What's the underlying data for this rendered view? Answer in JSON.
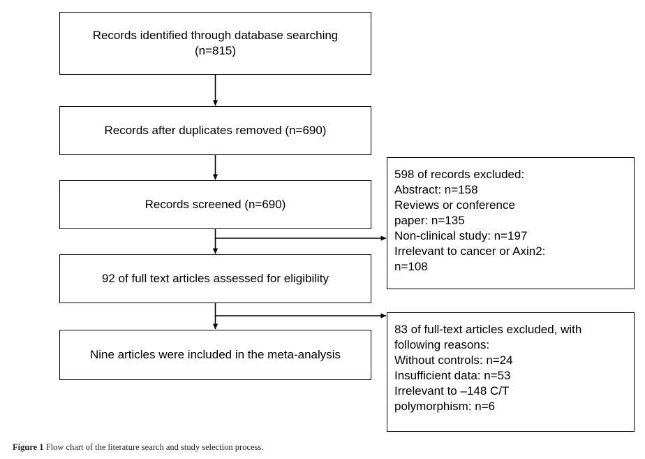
{
  "figure": {
    "caption_label": "Figure 1",
    "caption_text": "Flow chart of the literature search and study selection process.",
    "background_color": "#ffffff",
    "line_color": "#000000",
    "text_color": "#000000"
  },
  "chart_data": {
    "type": "diagram",
    "diagram_kind": "prisma-flow-chart",
    "title": "Flow chart of the literature search and study selection process",
    "nodes": [
      {
        "id": "identified",
        "label": "Records identified through database searching\n(n=815)",
        "count": 815,
        "stage": "identification",
        "column": "main"
      },
      {
        "id": "duplicates_removed",
        "label": "Records after duplicates removed (n=690)",
        "count": 690,
        "stage": "screening",
        "column": "main"
      },
      {
        "id": "screened",
        "label": "Records screened (n=690)",
        "count": 690,
        "stage": "screening",
        "column": "main"
      },
      {
        "id": "excluded_screening",
        "label": "598 of records excluded:\nAbstract: n=158\nReviews or conference\npaper: n=135\nNon-clinical study: n=197\nIrrelevant to cancer or Axin2:\nn=108",
        "count": 598,
        "stage": "screening",
        "column": "side",
        "reasons": [
          {
            "reason": "Abstract",
            "n": 158
          },
          {
            "reason": "Reviews or conference paper",
            "n": 135
          },
          {
            "reason": "Non-clinical study",
            "n": 197
          },
          {
            "reason": "Irrelevant to cancer or Axin2",
            "n": 108
          }
        ]
      },
      {
        "id": "full_text_assessed",
        "label": "92 of full text articles assessed for eligibility",
        "count": 92,
        "stage": "eligibility",
        "column": "main"
      },
      {
        "id": "excluded_fulltext",
        "label": "83 of full-text articles excluded, with\nfollowing reasons:\nWithout controls: n=24\nInsufficient data: n=53\nIrrelevant to –148 C/T\npolymorphism: n=6",
        "count": 83,
        "stage": "eligibility",
        "column": "side",
        "reasons": [
          {
            "reason": "Without controls",
            "n": 24
          },
          {
            "reason": "Insufficient data",
            "n": 53
          },
          {
            "reason": "Irrelevant to –148 C/T polymorphism",
            "n": 6
          }
        ]
      },
      {
        "id": "included",
        "label": "Nine articles were included in the meta-analysis",
        "count": 9,
        "stage": "included",
        "column": "main"
      }
    ],
    "edges": [
      {
        "from": "identified",
        "to": "duplicates_removed",
        "direction": "down"
      },
      {
        "from": "duplicates_removed",
        "to": "screened",
        "direction": "down"
      },
      {
        "from": "screened",
        "to": "full_text_assessed",
        "direction": "down"
      },
      {
        "from": "screened",
        "to": "excluded_screening",
        "direction": "right"
      },
      {
        "from": "full_text_assessed",
        "to": "included",
        "direction": "down"
      },
      {
        "from": "full_text_assessed",
        "to": "excluded_fulltext",
        "direction": "right"
      }
    ]
  }
}
